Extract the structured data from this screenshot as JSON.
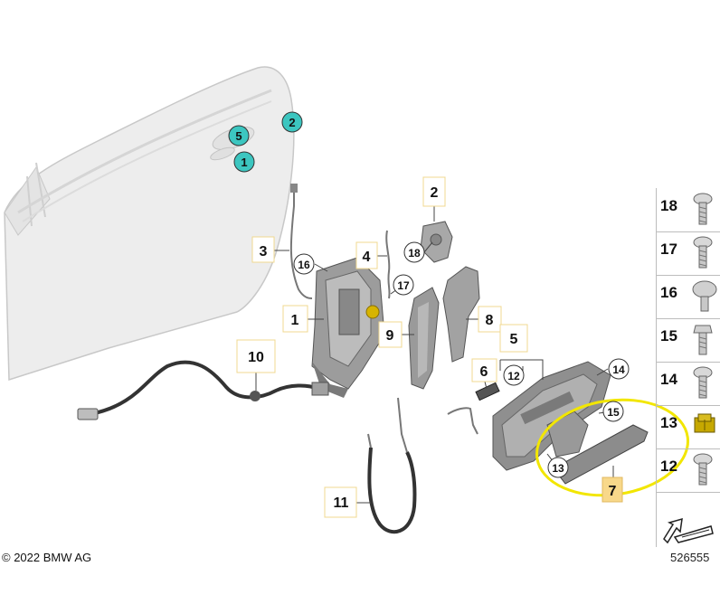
{
  "diagram": {
    "copyright": "© 2022 BMW AG",
    "document_number": "526555",
    "callouts": [
      {
        "id": "c1",
        "label": "1"
      },
      {
        "id": "c2",
        "label": "2"
      },
      {
        "id": "c3",
        "label": "3"
      },
      {
        "id": "c4",
        "label": "4"
      },
      {
        "id": "c5",
        "label": "5"
      },
      {
        "id": "c6",
        "label": "6"
      },
      {
        "id": "c7",
        "label": "7"
      },
      {
        "id": "c8",
        "label": "8"
      },
      {
        "id": "c9",
        "label": "9"
      },
      {
        "id": "c10",
        "label": "10"
      },
      {
        "id": "c11",
        "label": "11"
      }
    ],
    "circled_labels": [
      {
        "id": "o12",
        "label": "12"
      },
      {
        "id": "o13",
        "label": "13"
      },
      {
        "id": "o14",
        "label": "14"
      },
      {
        "id": "o15",
        "label": "15"
      },
      {
        "id": "o16",
        "label": "16"
      },
      {
        "id": "o17",
        "label": "17"
      },
      {
        "id": "o18",
        "label": "18"
      }
    ],
    "door_markers": [
      {
        "id": "d5",
        "label": "5"
      },
      {
        "id": "d1",
        "label": "1"
      },
      {
        "id": "d2",
        "label": "2"
      }
    ],
    "legend": [
      {
        "label": "18"
      },
      {
        "label": "17"
      },
      {
        "label": "16"
      },
      {
        "label": "15"
      },
      {
        "label": "14"
      },
      {
        "label": "13"
      },
      {
        "label": "12"
      }
    ],
    "colors": {
      "marker_fill": "#3cc6c0",
      "highlight_ellipse": "#f2e600",
      "label_box_border": "#f0d890",
      "label_7_fill": "#f8d88a"
    }
  }
}
